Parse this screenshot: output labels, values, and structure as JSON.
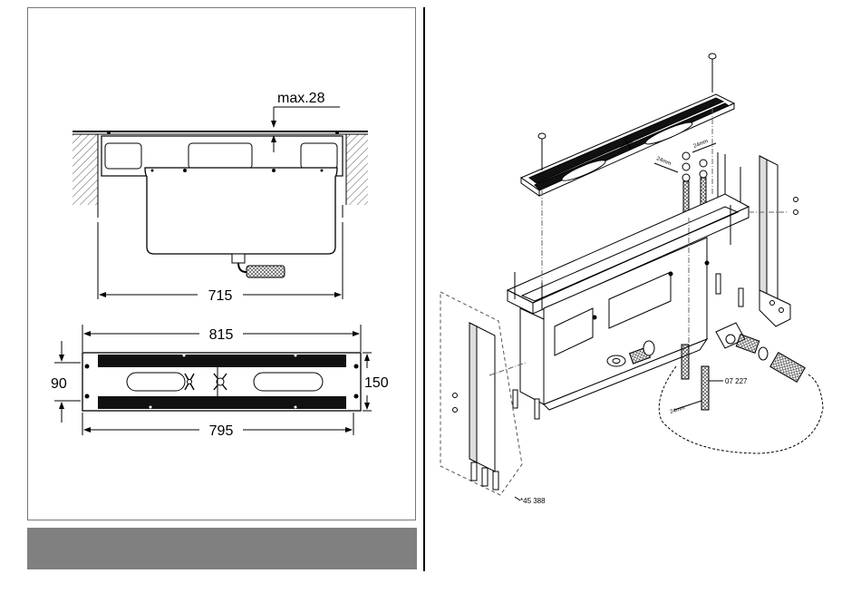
{
  "dimensions": {
    "max_gap": "max.28",
    "width_outer_sink": "715",
    "width_frame": "815",
    "width_inner": "795",
    "height_left": "90",
    "height_right": "150"
  },
  "part_labels": {
    "socket_wrench": "24mm",
    "socket_wrench_2": "24mm",
    "socket_wrench_3": "24mm",
    "part_07227": "07 227",
    "part_45388": "*45 388"
  }
}
